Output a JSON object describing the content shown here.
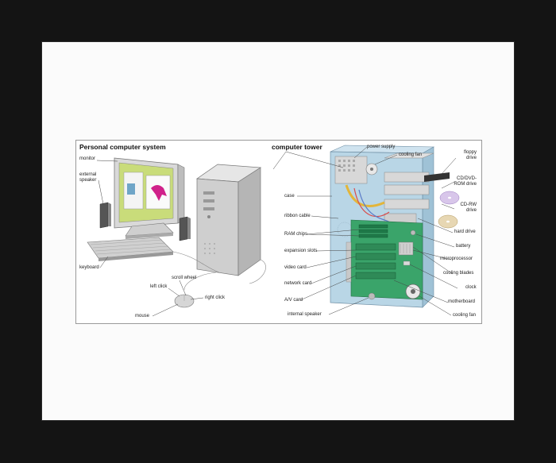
{
  "titles": {
    "left": "Personal computer system",
    "right": "computer tower"
  },
  "labels": {
    "monitor": "monitor",
    "external_speaker": "external\nspeaker",
    "keyboard": "keyboard",
    "scroll_wheel": "scroll wheel",
    "left_click": "left click",
    "right_click": "right click",
    "mouse": "mouse",
    "power_supply": "power supply",
    "cooling_fan_top": "cooling fan",
    "floppy_drive": "floppy\ndrive",
    "cd_dvd_rom": "CD/DVD-\nROM drive",
    "cd_rw": "CD-RW\ndrive",
    "hard_drive": "hard drive",
    "case": "case",
    "ribbon_cable": "ribbon cable",
    "ram_chips": "RAM chips",
    "expansion_slots": "expansion slots",
    "video_card": "video card",
    "network_card": "network card",
    "av_card": "A/V card",
    "battery": "battery",
    "microprocessor": "microprocessor",
    "cooling_blades": "cooling blades",
    "clock": "clock",
    "motherboard": "motherboard",
    "internal_speaker": "internal speaker",
    "cooling_fan_bottom": "cooling fan"
  },
  "colors": {
    "frame": "#141414",
    "mat": "#fbfbfb",
    "case_blue": "#b9d6e6",
    "motherboard_green": "#3aa46a",
    "screen_green": "#c9dc7a"
  }
}
